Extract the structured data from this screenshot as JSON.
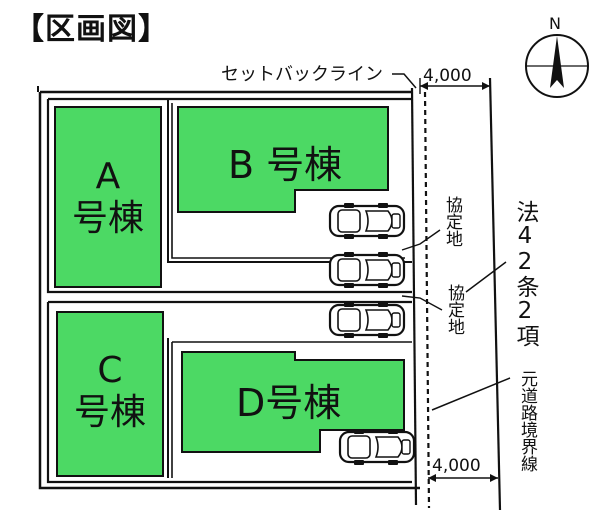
{
  "header": {
    "title": "【区画図】",
    "top_left_fragment": "",
    "top_right_fragment": ""
  },
  "compass": {
    "north_label": "N"
  },
  "labels": {
    "setback_line": "セットバックライン",
    "road_width_top": "4,000",
    "road_width_bottom": "4,000",
    "road_law": "法42条2項",
    "agreement_land_1": "協定地",
    "agreement_land_2": "協定地",
    "original_road_boundary": "元道路境界線"
  },
  "units": [
    {
      "id": "A",
      "line1": "A",
      "line2": "号棟"
    },
    {
      "id": "B",
      "line1": "B 号棟"
    },
    {
      "id": "C",
      "line1": "C",
      "line2": "号棟"
    },
    {
      "id": "D",
      "line1": "D号棟"
    }
  ],
  "colors": {
    "building_fill": "#4cd964",
    "line": "#111111",
    "background": "#ffffff"
  },
  "icons": [
    "car-icon",
    "car-icon",
    "car-icon",
    "car-icon",
    "north-arrow-icon"
  ]
}
